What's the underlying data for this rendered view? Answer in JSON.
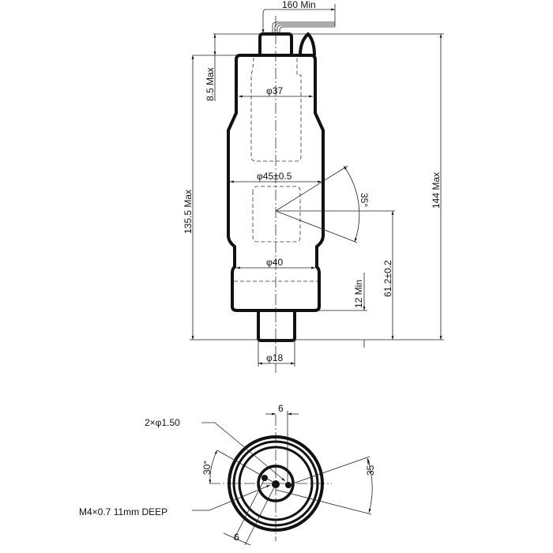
{
  "side_view": {
    "cable_length": "160 Min",
    "cap_height": "8.5 Max",
    "top_diameter": "φ37",
    "mid_diameter": "φ45±0.5",
    "lower_diameter": "φ40",
    "shaft_diameter": "φ18",
    "body_length": "135.5 Max",
    "total_length": "144 Max",
    "angle": "35°",
    "center_height": "61.2±0.2",
    "shaft_length": "12 Min"
  },
  "bottom_view": {
    "holes_label": "2×φ1.50",
    "thread_label": "M4×0.7 11mm DEEP",
    "angle_left": "30°",
    "angle_right": "35°",
    "offset_top": "6",
    "offset_bottom": "6"
  }
}
